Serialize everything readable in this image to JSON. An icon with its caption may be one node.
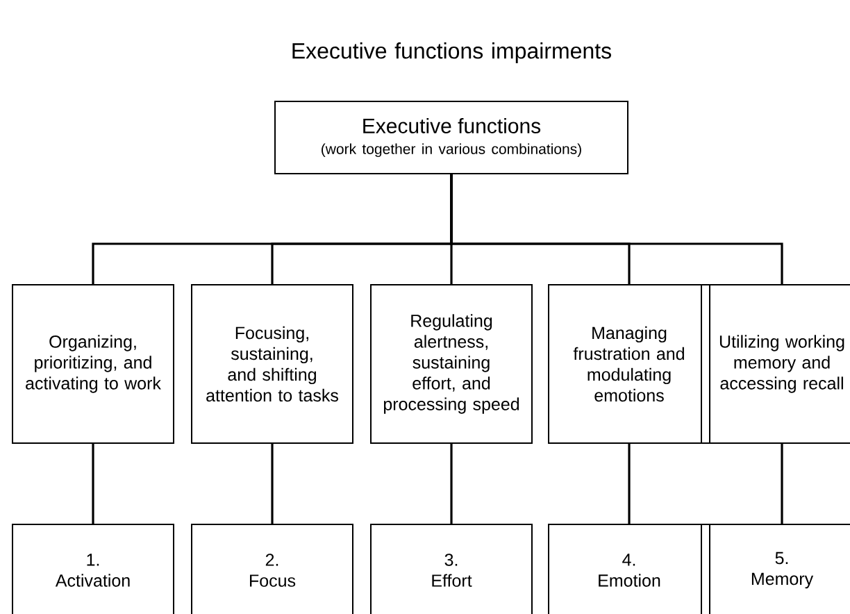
{
  "diagram": {
    "title": "Executive functions impairments",
    "nodes": [
      {
        "text": [
          "Executive functions",
          "(work together in various combinations)"
        ]
      },
      {
        "text": [
          "Organizing, prioritizing, and activating to work"
        ]
      },
      {
        "text": [
          "Focusing, sustaining, and shifting attention to tasks"
        ]
      },
      {
        "text": [
          "Regulating alertness, sustaining effort, and processing speed"
        ]
      },
      {
        "text": [
          "Managing frustration and modulating emotions"
        ]
      },
      {
        "text": [
          "Utilizing working memory and accessing recall"
        ]
      },
      {
        "text": [
          "1.",
          "Activation"
        ]
      },
      {
        "text": [
          "2.",
          "Focus"
        ]
      },
      {
        "text": [
          "3.",
          "Effort"
        ]
      },
      {
        "text": [
          "4.",
          "Emotion"
        ]
      },
      {
        "text": [
          "5.",
          "Memory"
        ]
      }
    ],
    "edges": [
      {
        "from": 0,
        "to": 1,
        "arrow": "none"
      },
      {
        "from": 0,
        "to": 2,
        "arrow": "none"
      },
      {
        "from": 0,
        "to": 3,
        "arrow": "none"
      },
      {
        "from": 0,
        "to": 4,
        "arrow": "none"
      },
      {
        "from": 0,
        "to": 5,
        "arrow": "none"
      },
      {
        "from": 1,
        "to": 6,
        "arrow": "none"
      },
      {
        "from": 2,
        "to": 7,
        "arrow": "none"
      },
      {
        "from": 3,
        "to": 8,
        "arrow": "none"
      },
      {
        "from": 4,
        "to": 9,
        "arrow": "none"
      },
      {
        "from": 5,
        "to": 10,
        "arrow": "none"
      }
    ]
  }
}
